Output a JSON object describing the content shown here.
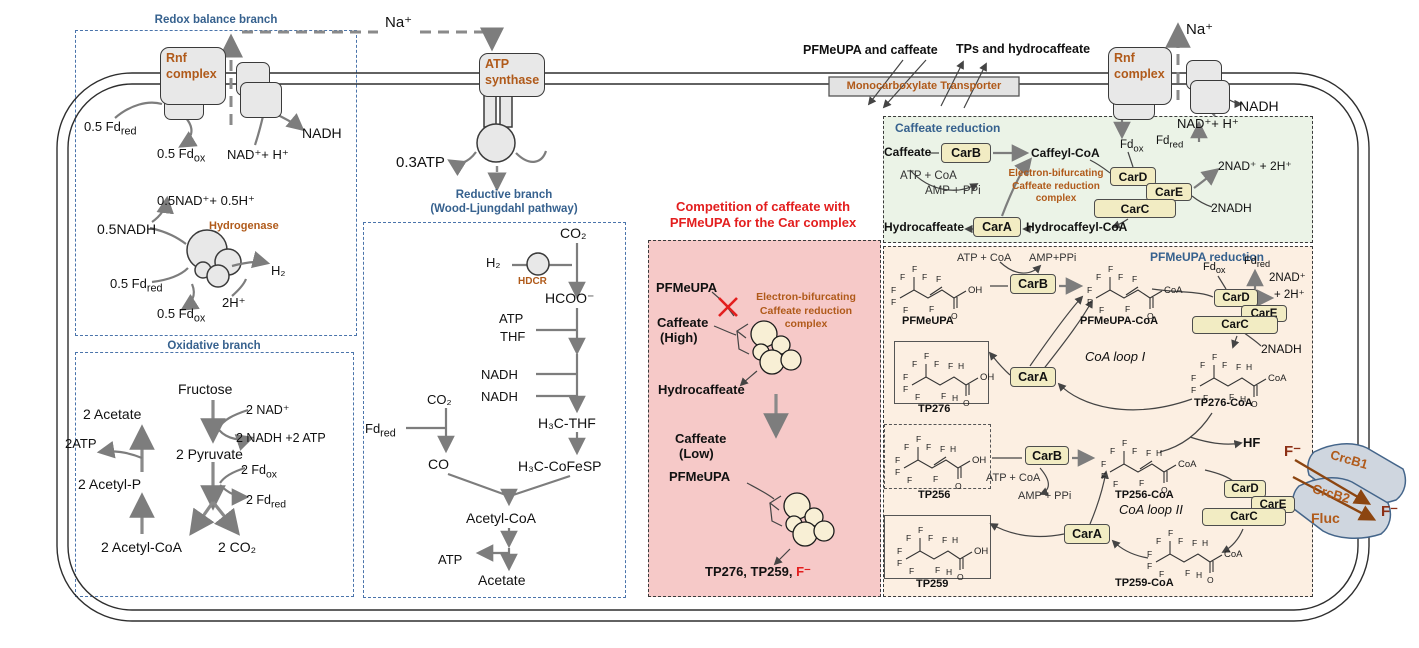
{
  "colors": {
    "blue_title": "#36618e",
    "brown": "#b05a1a",
    "red": "#e31e1e",
    "dark_red": "#8c2f15",
    "gray_arrow": "#7d7d7d",
    "car_fill": "#f2ecc3",
    "green_bg": "#ebf3e7",
    "pink_bg": "#f6c9c8",
    "peach_bg": "#fcefe2"
  },
  "atoms": {
    "f": "F",
    "h": "H",
    "o": "O",
    "oh": "OH",
    "coa": "CoA"
  },
  "redox": {
    "title": "Redox balance branch",
    "rnf": "Rnf complex",
    "fd_red_1": "0.5 Fd<sub>red</sub>",
    "fd_ox_1": "0.5 Fd<sub>ox</sub>",
    "nad_h": "NAD⁺+ H⁺",
    "nadh": "NADH",
    "half_nad": "0.5NAD⁺+ 0.5H⁺",
    "half_nadh": "0.5NADH",
    "hydrogenase": "Hydrogenase",
    "h2": "H₂",
    "fd_red_2": "0.5 Fd<sub>red</sub>",
    "two_h": "2H⁺",
    "fd_ox_2": "0.5 Fd<sub>ox</sub>"
  },
  "top": {
    "na_left": "Na⁺",
    "atp_synthase": "ATP synthase",
    "atp_out": "0.3ATP",
    "in_label": "PFMeUPA and caffeate",
    "out_label": "TPs and hydrocaffeate",
    "transporter": "Monocarboxylate Transporter",
    "rnf_right": "Rnf complex",
    "na_right": "Na⁺",
    "nadh_right": "NADH",
    "nad_h_right": "NAD⁺+ H⁺"
  },
  "oxidative": {
    "title": "Oxidative branch",
    "fructose": "Fructose",
    "nad2": "2 NAD⁺",
    "nadh_atp": "2 NADH +2 ATP",
    "pyruvate": "2 Pyruvate",
    "fd_ox": "2 Fd<sub>ox</sub>",
    "fd_red": "2 Fd<sub>red</sub>",
    "acetate": "2 Acetate",
    "atp": "2ATP",
    "acetyl_p": "2 Acetyl-P",
    "acetyl_coa": "2 Acetyl-CoA",
    "co2": "2 CO₂"
  },
  "reductive": {
    "title1": "Reductive branch",
    "title2": "(Wood-Ljungdahl pathway)",
    "co2": "CO₂",
    "h2": "H₂",
    "hdcr": "HDCR",
    "hcoo": "HCOO⁻",
    "atp": "ATP",
    "thf": "THF",
    "nadh1": "NADH",
    "nadh2": "NADH",
    "co2b": "CO₂",
    "fd_red": "Fd<sub>red</sub>",
    "co": "CO",
    "h3c_thf": "H₃C-THF",
    "h3c_cofesp": "H₃C-CoFeSP",
    "acetyl_coa": "Acetyl-CoA",
    "atp2": "ATP",
    "acetate": "Acetate"
  },
  "competition": {
    "title1": "Competition of caffeate with",
    "title2": "PFMeUPA for the Car complex",
    "pfmeupa": "PFMeUPA",
    "complex_label": "Electron-bifurcating<br>Caffeate reduction<br>complex",
    "caffeate_high": "Caffeate",
    "high": "(High)",
    "hydrocaffeate": "Hydrocaffeate",
    "caffeate_low": "Caffeate",
    "low": "(Low)",
    "pfmeupa2": "PFMeUPA",
    "products": "TP276, TP259, ",
    "f_minus": "F⁻"
  },
  "caffeate_box": {
    "title": "Caffeate reduction",
    "caffeate": "Caffeate",
    "carb": "CarB",
    "caffeyl_coa": "Caffeyl-CoA",
    "atp_coa": "ATP + CoA",
    "amp_ppi": "AMP + PPi",
    "complex_label": "Electron-bifurcating<br>Caffeate reduction<br>complex",
    "fd_ox": "Fd<sub>ox</sub>",
    "fd_red": "Fd<sub>red</sub>",
    "card": "CarD",
    "care": "CarE",
    "carc": "CarC",
    "nad2": "2NAD⁺ + 2H⁺",
    "nadh2": "2NADH",
    "hydrocaffeate": "Hydrocaffeate",
    "cara": "CarA",
    "hydrocaffeyl": "Hydrocaffeyl-CoA"
  },
  "pfmeupa_box": {
    "title": "PFMeUPA reduction",
    "atp_coa1": "ATP + CoA",
    "amp_ppi1": "AMP+PPi",
    "carb1": "CarB",
    "pfmeupa": "PFMeUPA",
    "pfmeupa_coa": "PFMeUPA-CoA",
    "fd_ox": "Fd<sub>ox</sub>",
    "fd_red": "Fd<sub>red</sub>",
    "nad1": "2NAD⁺",
    "h1": "+ 2H⁺",
    "card1": "CarD",
    "care1": "CarE",
    "carc1": "CarC",
    "nadh1": "2NADH",
    "coa_loop1": "CoA loop I",
    "tp276": "TP276",
    "cara1": "CarA",
    "tp276_coa": "TP276-CoA",
    "hf": "HF",
    "f_minus_in": "F⁻",
    "tp256": "TP256",
    "carb2": "CarB",
    "atp_coa2": "ATP + CoA",
    "amp_ppi2": "AMP + PPi",
    "tp256_coa": "TP256-CoA",
    "coa_loop2": "CoA loop II",
    "card2": "CarD",
    "care2": "CarE",
    "carc2": "CarC",
    "cara2": "CarA",
    "tp259": "TP259",
    "tp259_coa": "TP259-CoA"
  },
  "export": {
    "crcb1": "CrcB1",
    "crcb2": "CrcB2",
    "fluc": "Fluc",
    "f_out": "F⁻"
  }
}
